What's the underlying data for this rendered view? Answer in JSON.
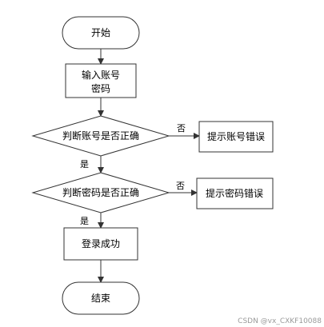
{
  "nodes": {
    "start": "开始",
    "input_line1": "输入账号",
    "input_line2": "密码",
    "check_account": "判断账号是否正确",
    "account_error": "提示账号错误",
    "check_password": "判断密码是否正确",
    "password_error": "提示密码错误",
    "login_success": "登录成功",
    "end": "结束"
  },
  "edges": {
    "no_1": "否",
    "yes_1": "是",
    "no_2": "否",
    "yes_2": "是"
  },
  "watermark": "CSDN @vx_CXKF10088"
}
